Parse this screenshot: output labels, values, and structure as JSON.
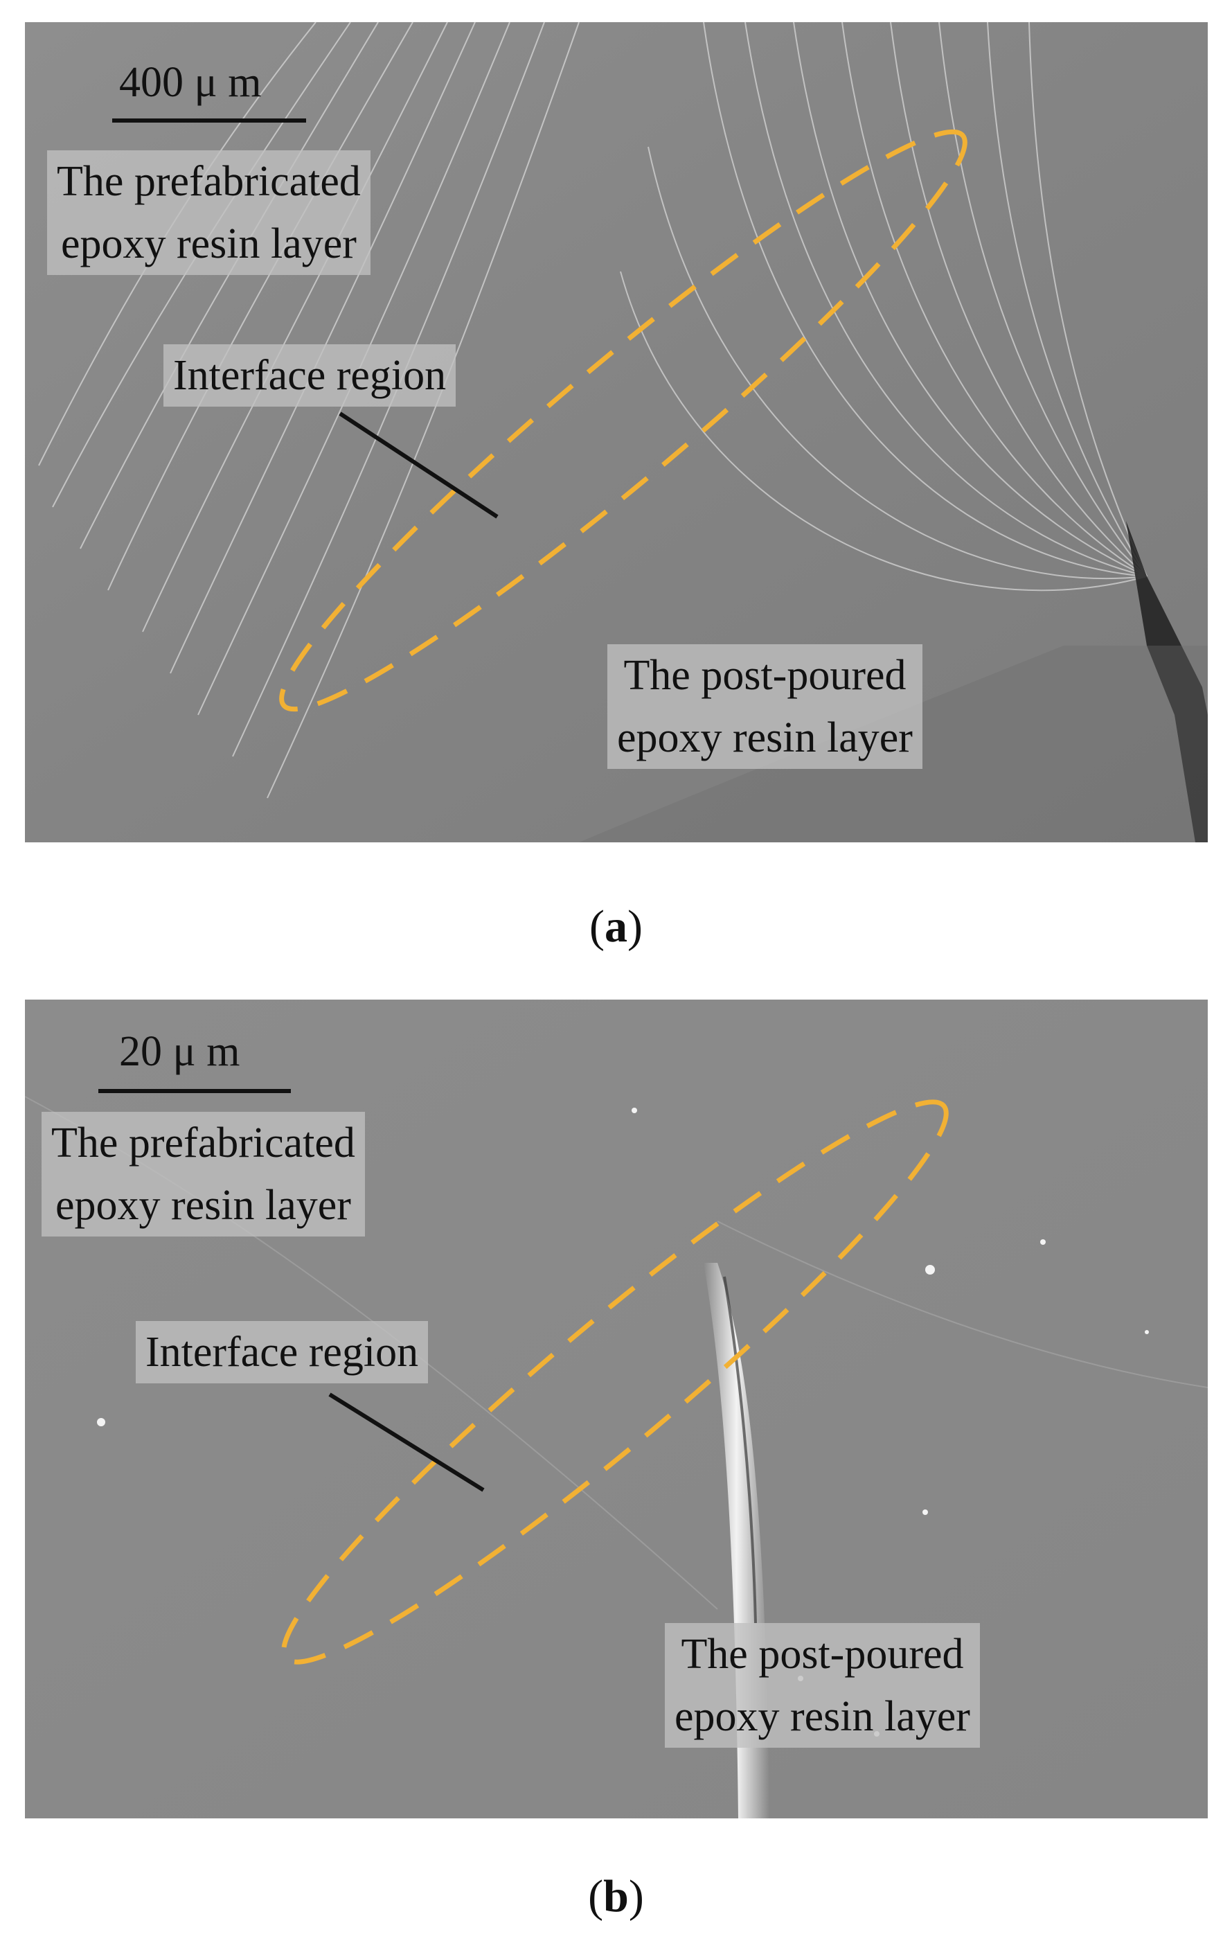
{
  "panels": [
    {
      "id": "a",
      "scale_bar": "400 μ m",
      "labels": {
        "prefab_line1": "The prefabricated",
        "prefab_line2": "epoxy resin layer",
        "interface": "Interface region",
        "post_line1": "The post-poured",
        "post_line2": "epoxy resin layer"
      },
      "caption_letter": "a"
    },
    {
      "id": "b",
      "scale_bar": "20 μ m",
      "labels": {
        "prefab_line1": "The prefabricated",
        "prefab_line2": "epoxy resin layer",
        "interface": "Interface region",
        "post_line1": "The post-poured",
        "post_line2": "epoxy resin layer"
      },
      "caption_letter": "b"
    }
  ],
  "colors": {
    "sem_background": "#8a8a8a",
    "highlight_dash": "#f2b134",
    "label_box": "#c0c0c0",
    "pointer_line": "#111111"
  }
}
